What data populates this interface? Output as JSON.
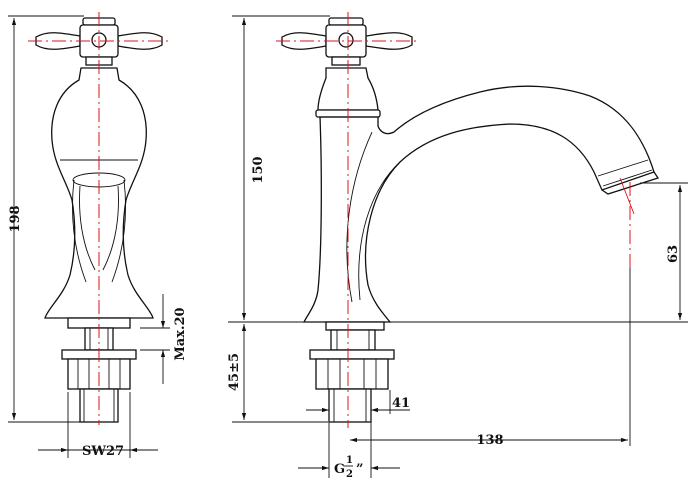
{
  "dimensions": {
    "height_total": "198",
    "max_thread": "Max.20",
    "wrench_size": "SW27",
    "height_spout": "150",
    "outlet_height": "63",
    "mount_depth": "45±5",
    "shank_length": "41",
    "reach": "138",
    "thread_prefix": "G",
    "thread_num": "1",
    "thread_den": "2",
    "thread_suffix": "”"
  },
  "colors": {
    "outline": "#111111",
    "centerline": "#e0101a"
  }
}
